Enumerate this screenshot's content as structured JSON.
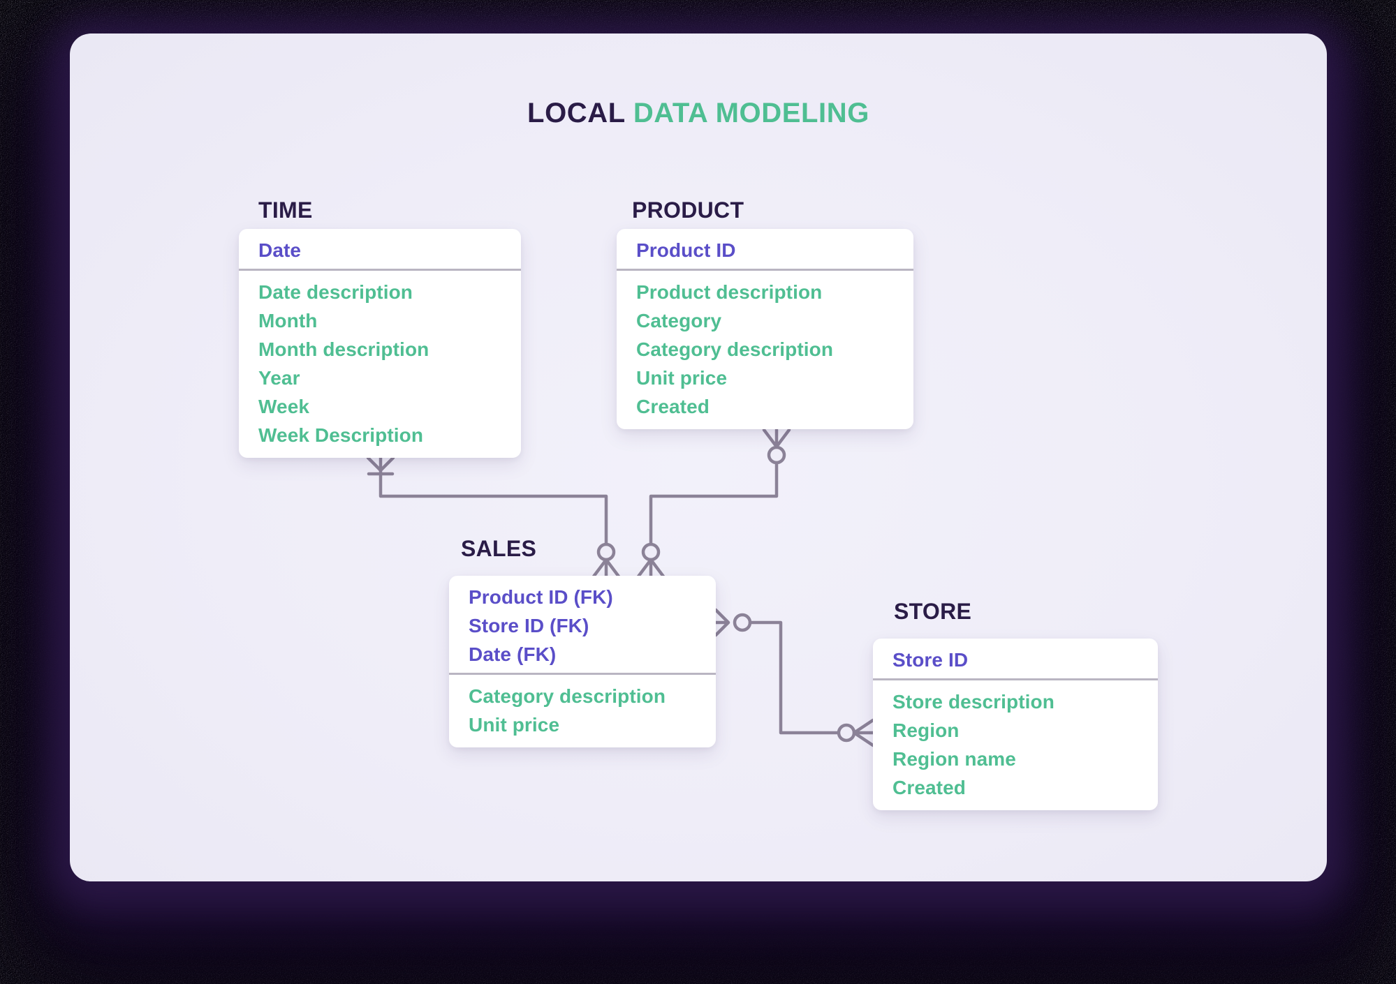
{
  "title": {
    "prefix": "LOCAL",
    "highlight": "DATA MODELING"
  },
  "colors": {
    "accent_green": "#4fbe92",
    "accent_purple": "#5a4ec8",
    "heading_dark": "#2a1c47",
    "connector_line": "#8b8297",
    "panel_background": "#efedf8"
  },
  "entities": [
    {
      "name": "TIME",
      "key_fields": [
        "Date"
      ],
      "fields": [
        "Date description",
        "Month",
        "Month description",
        "Year",
        "Week",
        "Week Description"
      ]
    },
    {
      "name": "PRODUCT",
      "key_fields": [
        "Product ID"
      ],
      "fields": [
        "Product description",
        "Category",
        "Category description",
        "Unit price",
        "Created"
      ]
    },
    {
      "name": "SALES",
      "key_fields": [
        "Product ID (FK)",
        "Store ID (FK)",
        "Date (FK)"
      ],
      "fields": [
        "Category description",
        "Unit price"
      ]
    },
    {
      "name": "STORE",
      "key_fields": [
        "Store ID"
      ],
      "fields": [
        "Store description",
        "Region",
        "Region name",
        "Created"
      ]
    }
  ],
  "relationships": [
    {
      "from": "TIME",
      "to": "SALES",
      "from_cardinality": "one-or-many",
      "to_cardinality": "zero-or-many"
    },
    {
      "from": "PRODUCT",
      "to": "SALES",
      "from_cardinality": "zero-or-many",
      "to_cardinality": "zero-or-many"
    },
    {
      "from": "SALES",
      "to": "STORE",
      "from_cardinality": "zero-or-many",
      "to_cardinality": "zero-or-many"
    }
  ]
}
